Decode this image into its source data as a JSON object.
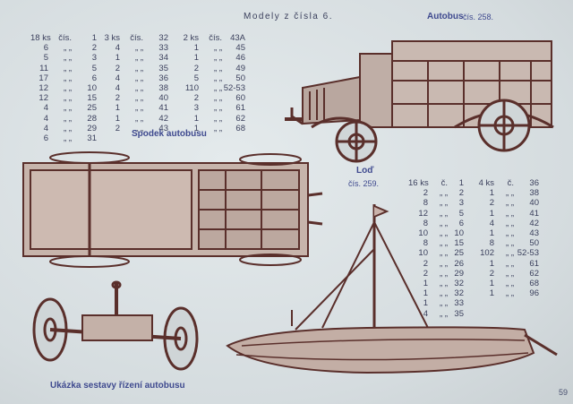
{
  "page_title": "Modely z čísla 6.",
  "labels": {
    "autobus": "Autobus",
    "autobus_num": "čís. 258.",
    "spodek": "Spodek autobusu",
    "lod": "Loď",
    "lod_num": "čís. 259.",
    "ukazka": "Ukázka sestavy řízení autobusu"
  },
  "table_left": {
    "header": [
      "18 ks",
      "čís.",
      "1",
      "3 ks",
      "čís.",
      "32",
      "2 ks",
      "čís.",
      "43A"
    ],
    "rows": [
      [
        "6",
        "2",
        "4",
        "33",
        "1",
        "45"
      ],
      [
        "5",
        "3",
        "1",
        "34",
        "1",
        "46"
      ],
      [
        "11",
        "5",
        "2",
        "35",
        "2",
        "49"
      ],
      [
        "17",
        "6",
        "4",
        "36",
        "5",
        "50"
      ],
      [
        "12",
        "10",
        "4",
        "38",
        "110",
        "52-53"
      ],
      [
        "12",
        "15",
        "2",
        "40",
        "2",
        "60"
      ],
      [
        "4",
        "25",
        "1",
        "41",
        "3",
        "61"
      ],
      [
        "4",
        "28",
        "1",
        "42",
        "1",
        "62"
      ],
      [
        "4",
        "29",
        "2",
        "43",
        "1",
        "68"
      ],
      [
        "6",
        "31",
        "",
        "",
        "",
        ""
      ]
    ]
  },
  "table_right": {
    "header": [
      "16 ks",
      "č.",
      "1",
      "4 ks",
      "č.",
      "36"
    ],
    "rows": [
      [
        "2",
        "2",
        "1",
        "38"
      ],
      [
        "8",
        "3",
        "2",
        "40"
      ],
      [
        "12",
        "5",
        "1",
        "41"
      ],
      [
        "8",
        "6",
        "4",
        "42"
      ],
      [
        "10",
        "10",
        "1",
        "43"
      ],
      [
        "8",
        "15",
        "8",
        "50"
      ],
      [
        "10",
        "25",
        "102",
        "52-53"
      ],
      [
        "2",
        "26",
        "1",
        "61"
      ],
      [
        "2",
        "29",
        "2",
        "62"
      ],
      [
        "1",
        "32",
        "1",
        "68"
      ],
      [
        "1",
        "32",
        "1",
        "96"
      ],
      [
        "1",
        "33",
        "",
        ""
      ],
      [
        "4",
        "35",
        "",
        ""
      ]
    ]
  },
  "page_number": "59"
}
